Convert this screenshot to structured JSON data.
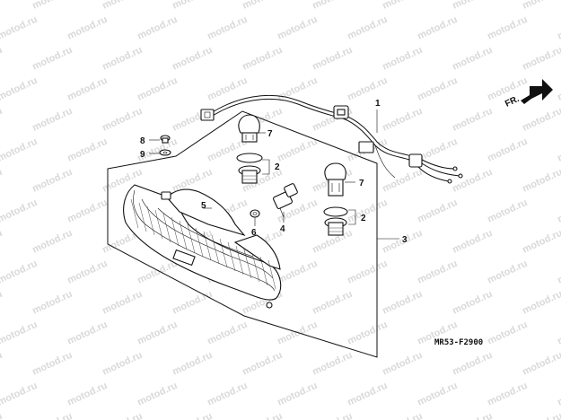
{
  "watermark": {
    "text": "motod.ru"
  },
  "direction_label": "FR.",
  "diagram_code": "MR53-F2900",
  "callouts": [
    {
      "id": "c8",
      "label": "8"
    },
    {
      "id": "c9",
      "label": "9"
    },
    {
      "id": "c7a",
      "label": "7"
    },
    {
      "id": "c2a",
      "label": "2"
    },
    {
      "id": "c1",
      "label": "1"
    },
    {
      "id": "c5",
      "label": "5"
    },
    {
      "id": "c6",
      "label": "6"
    },
    {
      "id": "c4",
      "label": "4"
    },
    {
      "id": "c7b",
      "label": "7"
    },
    {
      "id": "c2b",
      "label": "2"
    },
    {
      "id": "c3",
      "label": "3"
    }
  ],
  "colors": {
    "line": "#111111",
    "watermark": "#d9d9d9",
    "background": "#ffffff"
  }
}
